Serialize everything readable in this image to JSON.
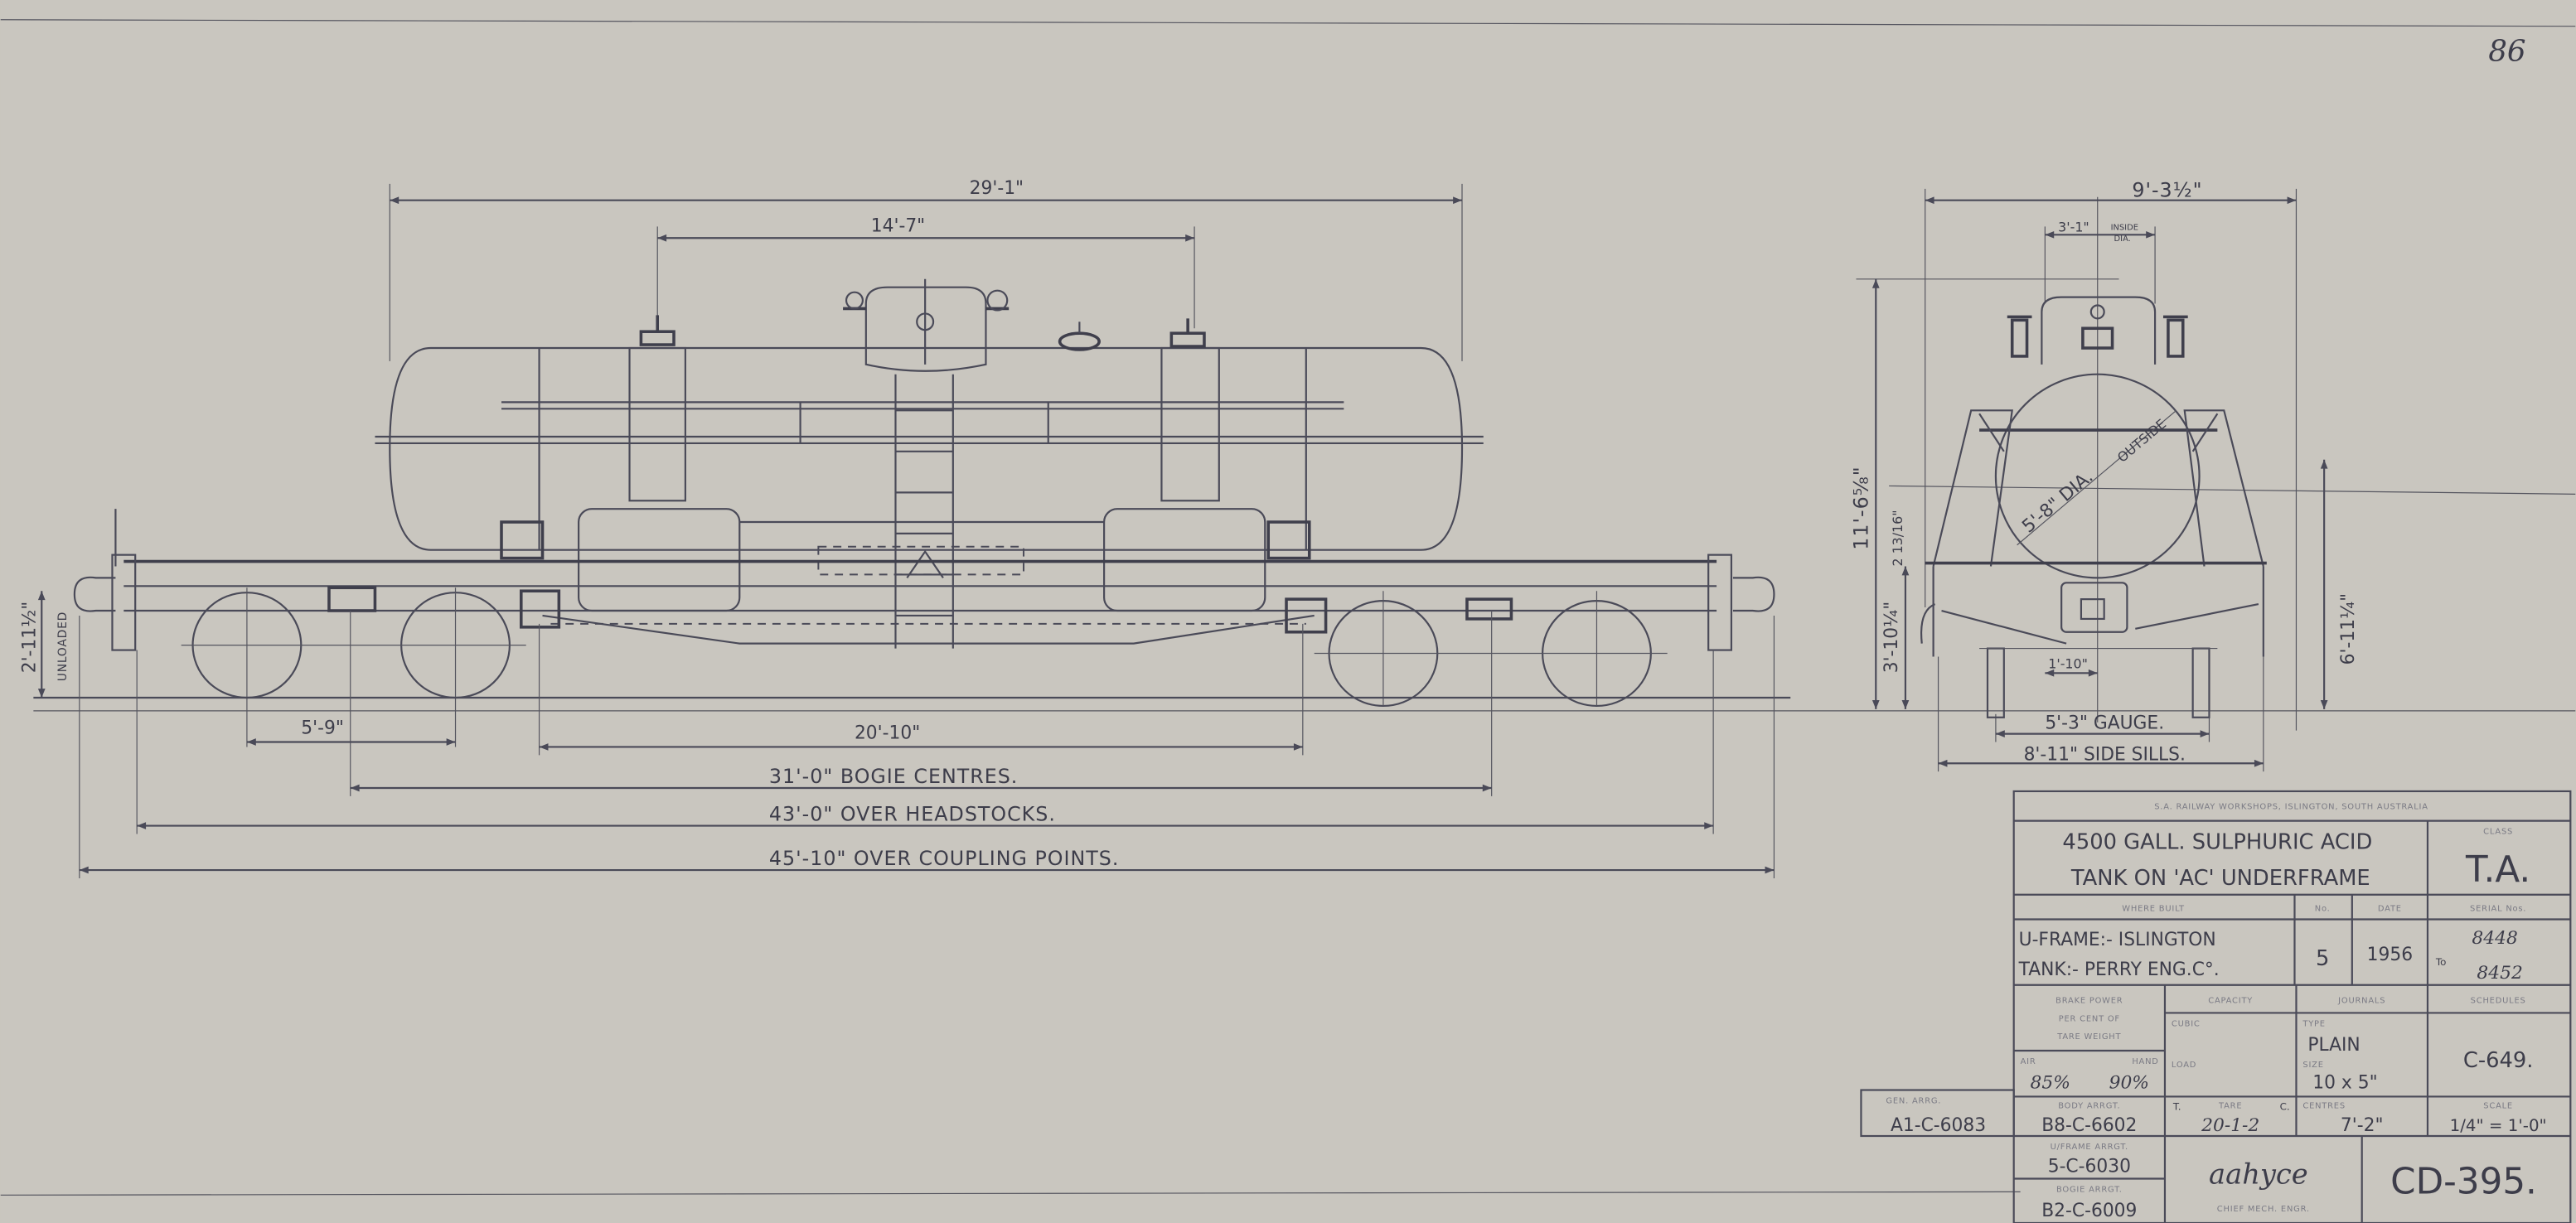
{
  "sheet_number": "86",
  "side_view": {
    "dim_overall_tank": "29'-1\"",
    "dim_dome_spacing": "14'-7\"",
    "dim_buffer_height": "2'-11½\"",
    "dim_buffer_height_note": "UNLOADED",
    "dim_bogie_wheelbase": "5'-9\"",
    "dim_cradle": "20'-10\"",
    "dim_bogie_centres": "31'-0\" BOGIE CENTRES.",
    "dim_headstocks": "43'-0\" OVER HEADSTOCKS.",
    "dim_coupling_points": "45'-10\" OVER COUPLING POINTS."
  },
  "end_view": {
    "dim_width": "9'-3½\"",
    "dim_dome_dia": "3'-1\"",
    "dim_dome_dia_note_1": "INSIDE",
    "dim_dome_dia_note_2": "DIA.",
    "dim_height": "11'-6⅝\"",
    "dim_saddle": "2 13/16\"",
    "dim_sill_height": "3'-10¼\"",
    "dim_side_height": "6'-11¼\"",
    "dim_tank_dia": "5'-8\" DIA.",
    "dim_tank_dia_note": "OUTSIDE",
    "dim_outlet": "1'-10\"",
    "dim_gauge": "5'-3\" GAUGE.",
    "dim_side_sills": "8'-11\" SIDE SILLS."
  },
  "title_block": {
    "header": "S.A. RAILWAY WORKSHOPS, ISLINGTON, SOUTH AUSTRALIA",
    "title_line_1": "4500 GALL. SULPHURIC ACID",
    "title_line_2": "TANK ON 'AC' UNDERFRAME",
    "class_label": "CLASS",
    "class_value": "T.A.",
    "where_built_label": "WHERE BUILT",
    "number_label": "No.",
    "date_label": "DATE",
    "serial_label": "SERIAL Nos.",
    "where_built_1": "U-FRAME:- ISLINGTON",
    "where_built_2": "TANK:- PERRY ENG.C°.",
    "number": "5",
    "date": "1956",
    "serial_from": "8448",
    "serial_to_label": "To",
    "serial_to": "8452",
    "brake_label_1": "BRAKE POWER",
    "brake_label_2": "PER CENT OF",
    "brake_label_3": "TARE WEIGHT",
    "capacity_label": "CAPACITY",
    "journals_label": "JOURNALS",
    "schedules_label": "SCHEDULES",
    "cubic_label": "CUBIC",
    "load_label": "LOAD",
    "type_label": "TYPE",
    "journal_type": "PLAIN",
    "size_label": "SIZE",
    "journal_size": "10 x 5\"",
    "schedule": "C-649.",
    "air_label": "AIR",
    "hand_label": "HAND",
    "air_value": "85%",
    "hand_value": "90%",
    "gen_arrg_label": "GEN. ARRG.",
    "gen_arrg": "A1-C-6083",
    "body_arrgt_label": "BODY ARRGT.",
    "body_arrgt": "B8-C-6602",
    "tare_label_t": "T.",
    "tare_label": "TARE",
    "tare_label_c": "C.",
    "tare": "20-1-2",
    "centres_label": "CENTRES",
    "centres": "7'-2\"",
    "scale_label": "SCALE",
    "scale": "1/4\" = 1'-0\"",
    "uframe_arrgt_label": "U/FRAME ARRGT.",
    "uframe_arrgt": "5-C-6030",
    "bogie_arrgt_label": "BOGIE ARRGT.",
    "bogie_arrgt": "B2-C-6009",
    "signature": "aahyce",
    "signatory": "CHIEF MECH. ENGR.",
    "drawing_number": "CD-395."
  },
  "colors": {
    "paper": "#c9c6bf",
    "ink": "#4a4a58"
  }
}
